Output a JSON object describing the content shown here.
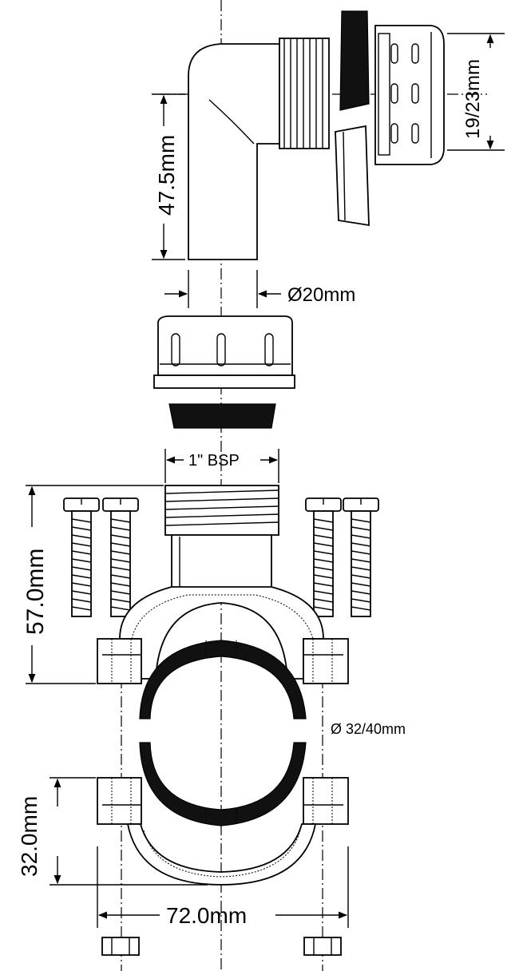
{
  "dimensions": {
    "elbow_height": "47.5mm",
    "nut_size": "19/23mm",
    "pipe_diameter": "Ø20mm",
    "thread": "1\" BSP",
    "saddle_height": "57.0mm",
    "clamp_pipe_diameter": "Ø 32/40mm",
    "lower_height": "32.0mm",
    "overall_width": "72.0mm"
  },
  "colors": {
    "line": "#000000",
    "seal": "#111111",
    "background": "#ffffff"
  }
}
